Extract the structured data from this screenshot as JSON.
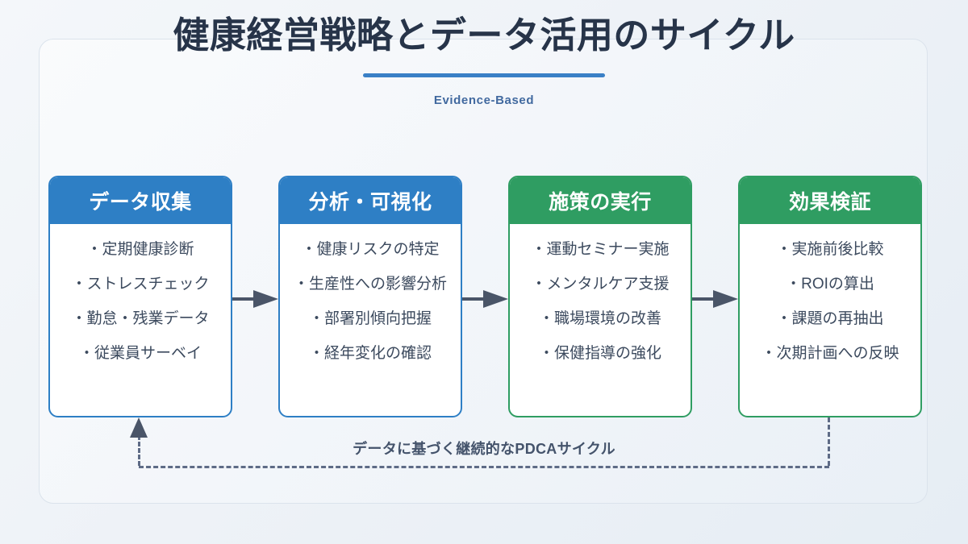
{
  "header": {
    "title": "健康経営戦略とデータ活用のサイクル",
    "subtitle": "Evidence-Based"
  },
  "colors": {
    "blue": "#2e7fc5",
    "green": "#2f9d62",
    "title_rule": "#3a80c6",
    "subtitle_text": "#41699f",
    "title_text": "#273449",
    "body_text": "#3c4a5e",
    "loop_line": "#5e6b86",
    "arrow": "#4a5568",
    "panel_border": "#dbe3ec",
    "background": "#eef2f7"
  },
  "cards": [
    {
      "title": "データ収集",
      "accent": "blue",
      "items": [
        "・定期健康診断",
        "・ストレスチェック",
        "・勤怠・残業データ",
        "・従業員サーベイ"
      ]
    },
    {
      "title": "分析・可視化",
      "accent": "blue",
      "items": [
        "・健康リスクの特定",
        "・生産性への影響分析",
        "・部署別傾向把握",
        "・経年変化の確認"
      ]
    },
    {
      "title": "施策の実行",
      "accent": "green",
      "items": [
        "・運動セミナー実施",
        "・メンタルケア支援",
        "・職場環境の改善",
        "・保健指導の強化"
      ]
    },
    {
      "title": "効果検証",
      "accent": "green",
      "items": [
        "・実施前後比較",
        "・ROIの算出",
        "・課題の再抽出",
        "・次期計画への反映"
      ]
    }
  ],
  "flow": {
    "arrow_count": 3,
    "loop_label": "データに基づく継続的なPDCAサイクル"
  }
}
